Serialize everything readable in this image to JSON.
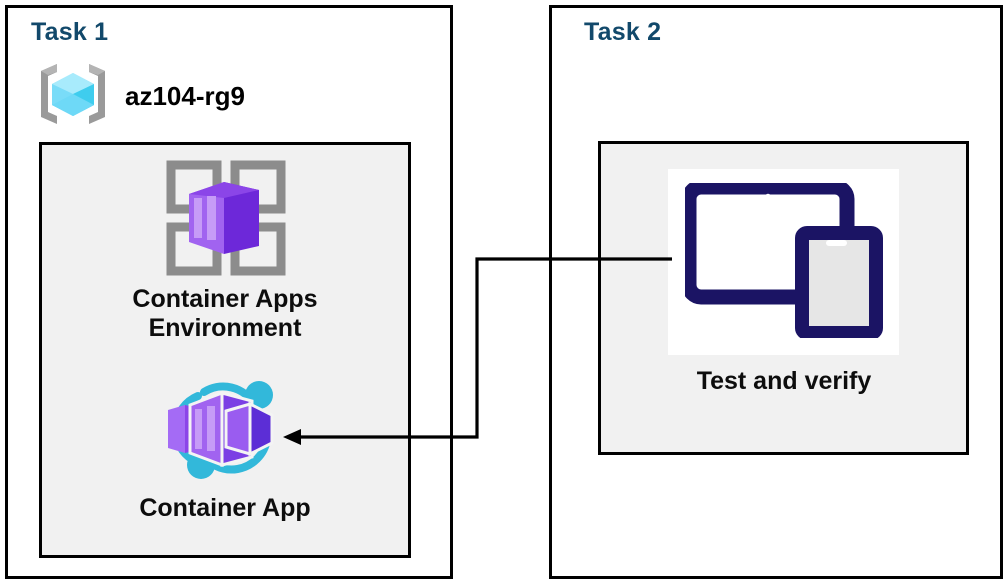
{
  "diagram": {
    "title_color": "#12496b",
    "background": "#ffffff",
    "panel_border_color": "#000000",
    "inner_box_fill": "#f1f1f1"
  },
  "tasks": [
    {
      "heading": "Task 1",
      "resource_group": {
        "icon": "resource-group-icon",
        "label": "az104-rg9"
      },
      "nodes": [
        {
          "icon": "container-apps-environment-icon",
          "label": "Container Apps\nEnvironment"
        },
        {
          "icon": "container-app-icon",
          "label": "Container App"
        }
      ]
    },
    {
      "heading": "Task 2",
      "nodes": [
        {
          "icon": "test-and-verify-devices-icon",
          "label": "Test and verify"
        }
      ]
    }
  ],
  "connector": {
    "from": "test-and-verify-devices-icon",
    "to": "container-app-icon",
    "arrow": "arrowhead-left",
    "color": "#000000"
  },
  "colors": {
    "heading_blue": "#12496b",
    "purple_dark": "#5c2ed6",
    "purple_mid": "#7b3fe4",
    "purple_light": "#a46bf5",
    "cyan": "#32b8da",
    "grey_frame": "#8a8a8a",
    "navy": "#1b1464",
    "cube_cyan_light": "#9ce8fb",
    "cube_cyan_mid": "#4fd4f5",
    "cube_cyan_dark": "#29bfe5"
  }
}
